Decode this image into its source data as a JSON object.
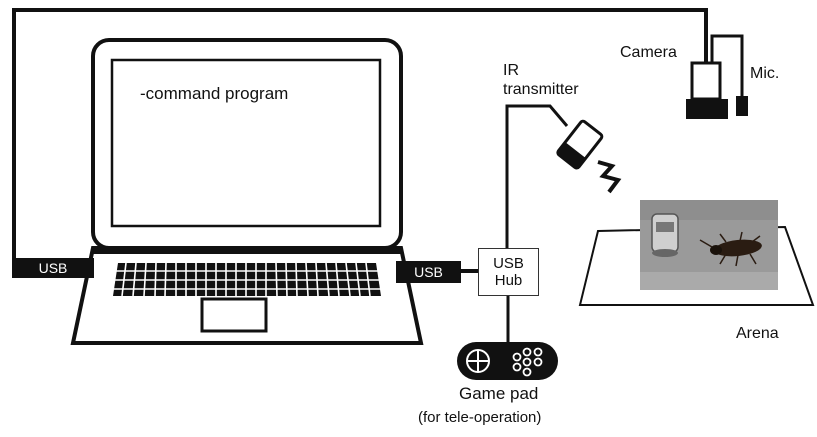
{
  "laptop": {
    "screen_text": "-command program",
    "usb_left": "USB",
    "usb_right": "USB"
  },
  "hub": {
    "line1": "USB",
    "line2": "Hub"
  },
  "ir": {
    "line1": "IR",
    "line2": "transmitter"
  },
  "camera": {
    "label": "Camera"
  },
  "mic": {
    "label": "Mic."
  },
  "arena": {
    "label": "Arena"
  },
  "gamepad": {
    "label": "Game pad",
    "sublabel": "(for tele-operation)"
  },
  "colors": {
    "ink": "#111111",
    "arena_photo": "#9a9a9a"
  }
}
